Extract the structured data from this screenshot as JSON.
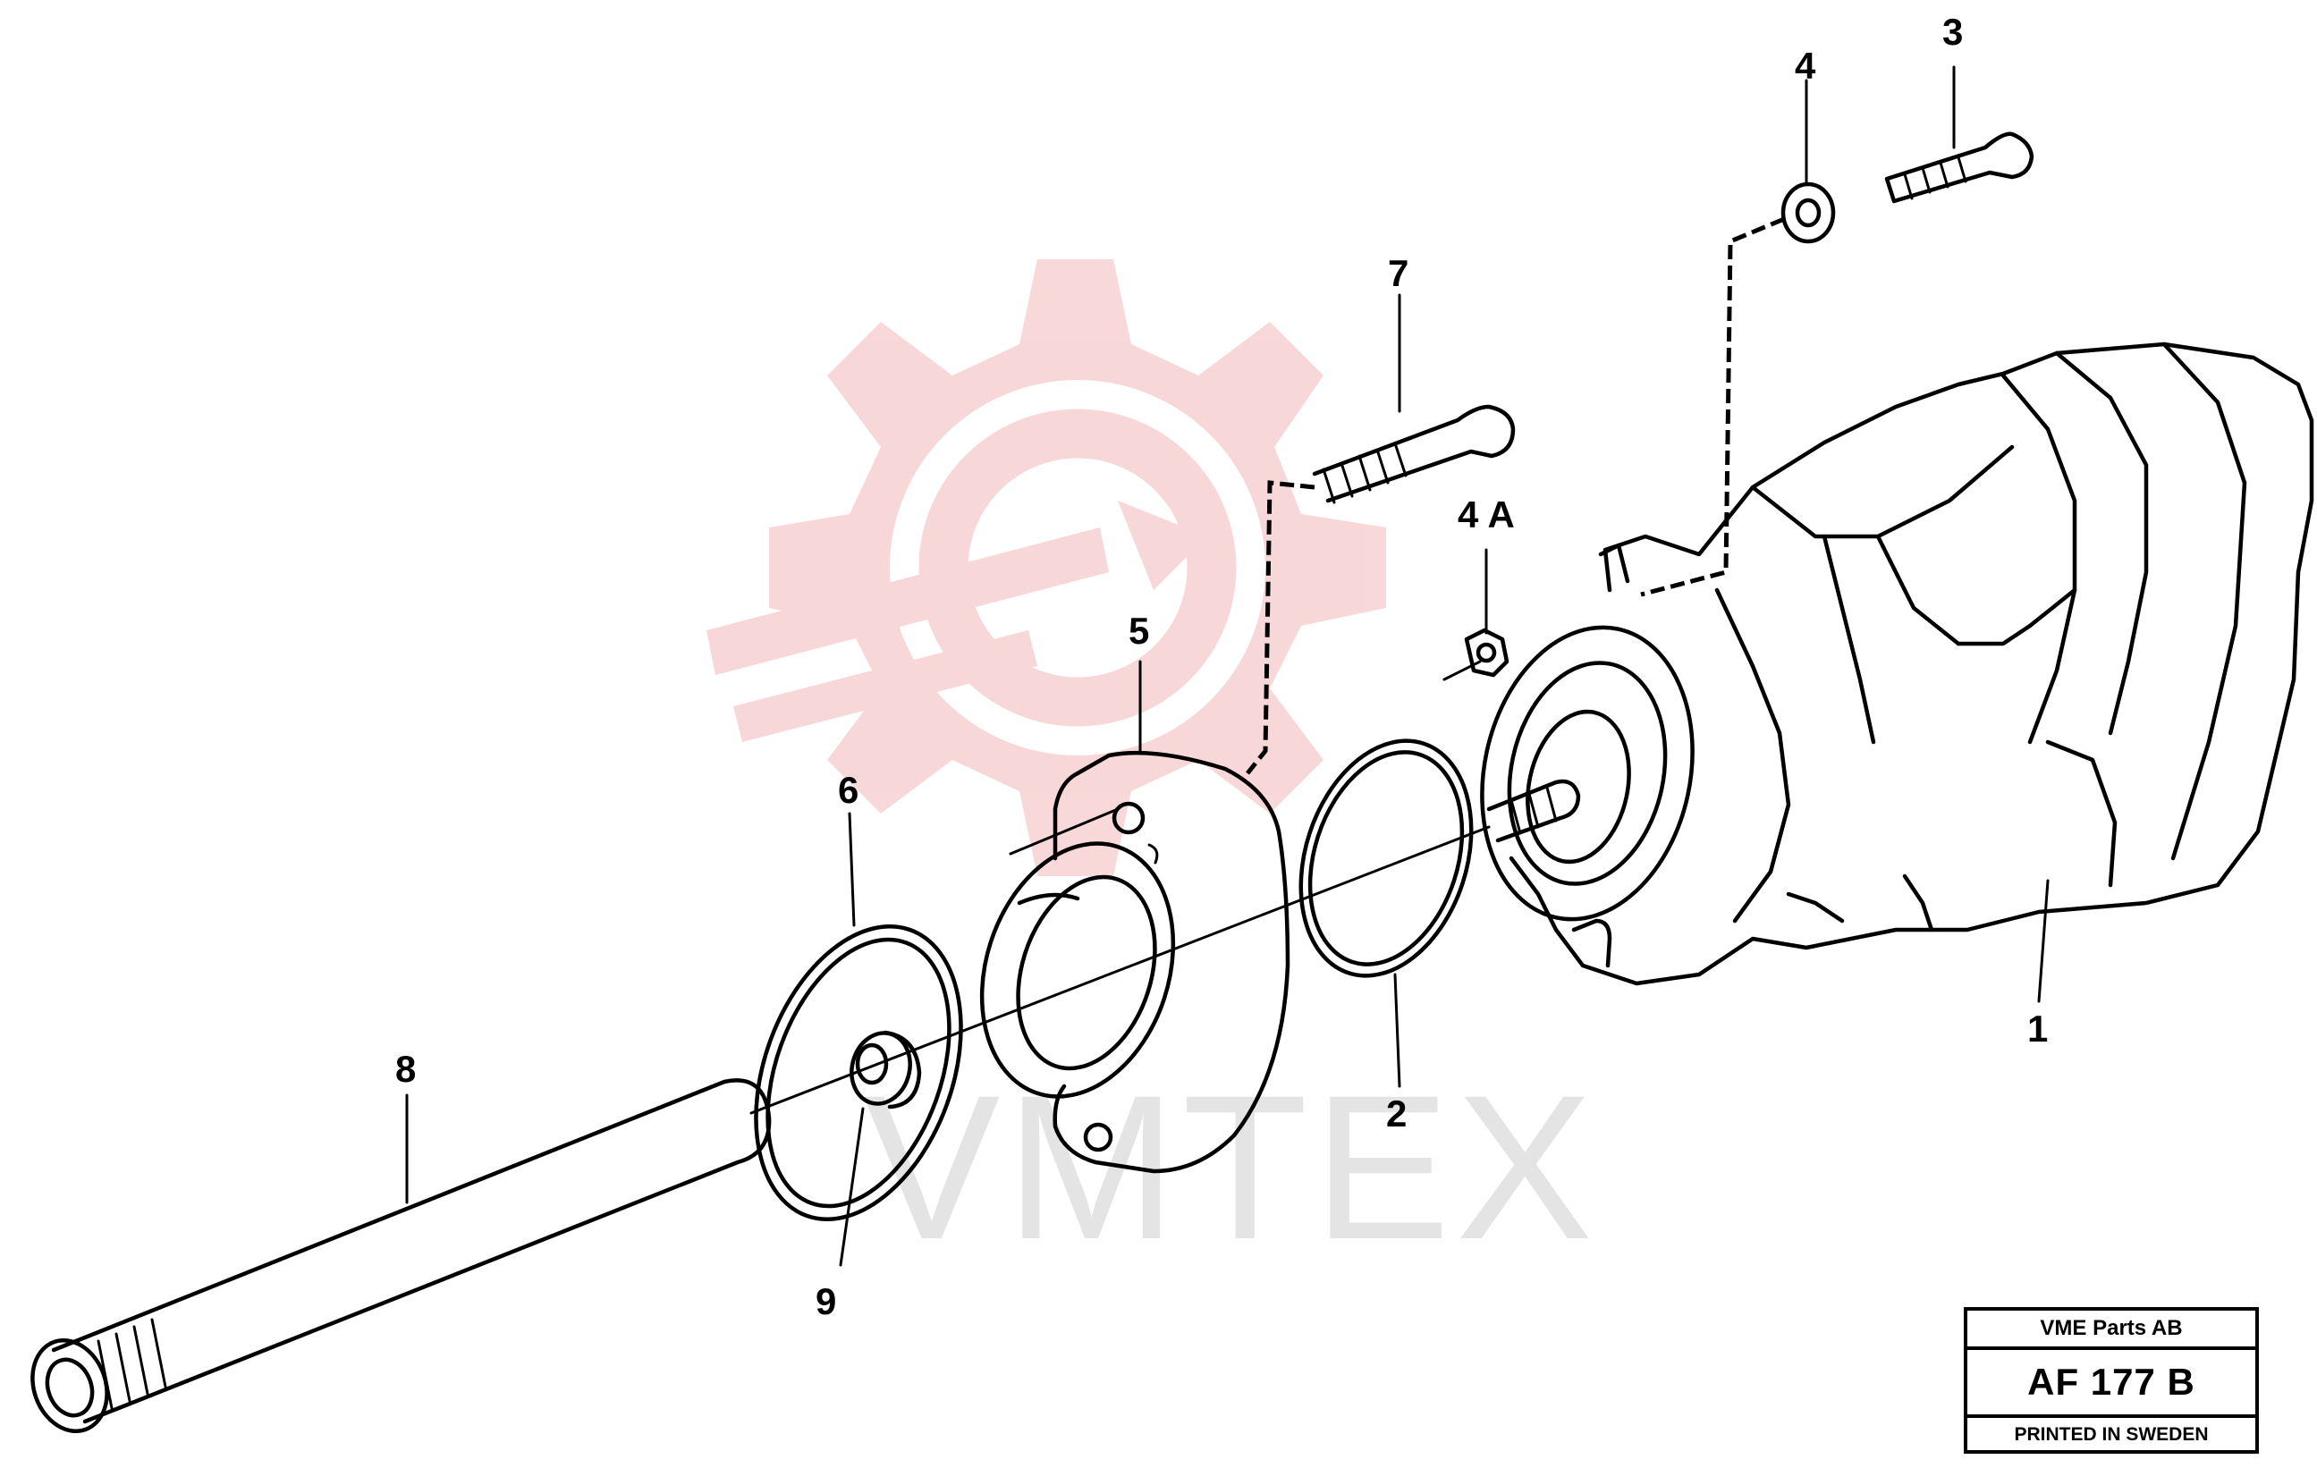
{
  "diagram": {
    "callouts": [
      {
        "id": "c1",
        "text": "1"
      },
      {
        "id": "c2",
        "text": "2"
      },
      {
        "id": "c3",
        "text": "3"
      },
      {
        "id": "c4",
        "text": "4"
      },
      {
        "id": "c4a",
        "text": "4 A"
      },
      {
        "id": "c5",
        "text": "5"
      },
      {
        "id": "c6",
        "text": "6"
      },
      {
        "id": "c7",
        "text": "7"
      },
      {
        "id": "c8",
        "text": "8"
      },
      {
        "id": "c9",
        "text": "9"
      }
    ],
    "watermark_text": "VMTEX",
    "watermark_color": "#e8a0a0"
  },
  "stamp": {
    "company": "VME Parts AB",
    "code": "AF  177 B",
    "printed": "PRINTED IN SWEDEN"
  }
}
